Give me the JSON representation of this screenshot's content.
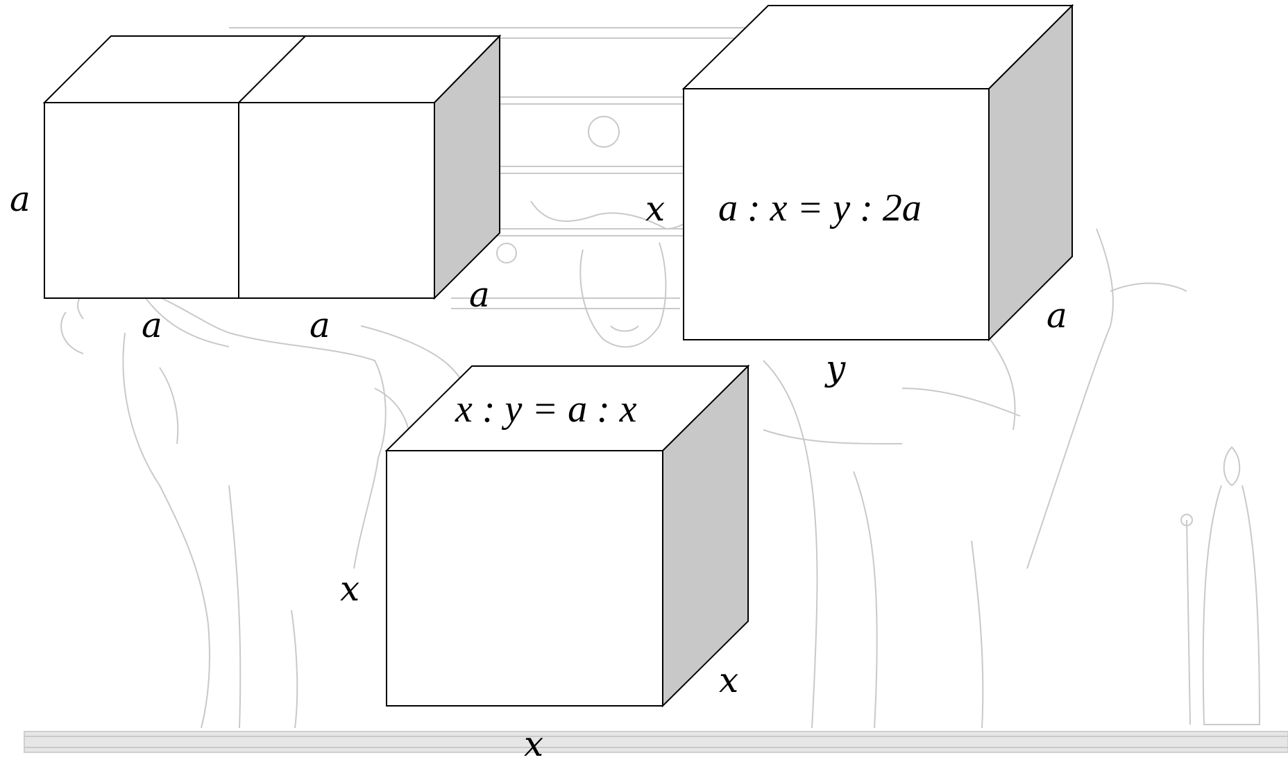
{
  "left_box": {
    "label_height": "a",
    "label_base_left": "a",
    "label_base_right": "a",
    "label_depth": "a"
  },
  "right_box": {
    "equation": "a : x = y : 2a",
    "label_height": "x",
    "label_base": "y",
    "label_depth": "a"
  },
  "cube": {
    "equation": "x : y = a : x",
    "label_height": "x",
    "label_base": "x",
    "label_depth": "x"
  },
  "colors": {
    "side_face": "#c8c8c8",
    "background_engraving": "#c9c9c9",
    "ink": "#000000"
  }
}
